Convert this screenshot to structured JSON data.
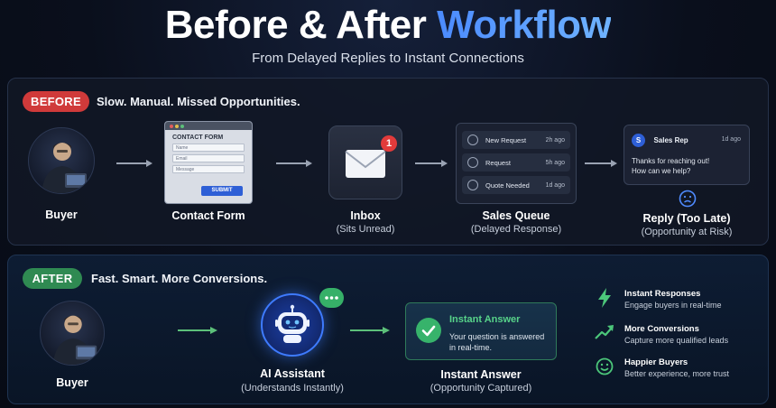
{
  "header": {
    "title_main": "Before & After",
    "title_accent": "Workflow",
    "subtitle": "From Delayed Replies to Instant Connections"
  },
  "before": {
    "pill": "BEFORE",
    "tagline": "Slow. Manual. Missed Opportunities.",
    "buyer_label": "Buyer",
    "form": {
      "title": "CONTACT FORM",
      "fields": [
        "Name",
        "Email",
        "Message"
      ],
      "submit": "SUBMIT",
      "label": "Contact Form"
    },
    "inbox": {
      "badge": "1",
      "label": "Inbox",
      "sublabel": "(Sits Unread)"
    },
    "queue": {
      "items": [
        {
          "name": "New Request",
          "time": "2h ago"
        },
        {
          "name": "Request",
          "time": "5h ago"
        },
        {
          "name": "Quote Needed",
          "time": "1d ago"
        }
      ],
      "label": "Sales Queue",
      "sublabel": "(Delayed Response)"
    },
    "reply": {
      "avatar": "S",
      "name": "Sales Rep",
      "time": "1d ago",
      "message_line1": "Thanks for reaching out!",
      "message_line2": "How can we help?",
      "label": "Reply (Too Late)",
      "sublabel": "(Opportunity at Risk)"
    }
  },
  "after": {
    "pill": "AFTER",
    "tagline": "Fast. Smart. More Conversions.",
    "buyer_label": "Buyer",
    "assistant": {
      "label": "AI Assistant",
      "sublabel": "(Understands Instantly)"
    },
    "answer": {
      "title": "Instant Answer",
      "text_line1": "Your question is answered",
      "text_line2": "in real-time.",
      "label": "Instant Answer",
      "sublabel": "(Opportunity Captured)"
    },
    "benefits": [
      {
        "icon": "lightning-icon",
        "title": "Instant Responses",
        "sub": "Engage buyers in real-time"
      },
      {
        "icon": "trend-up-icon",
        "title": "More Conversions",
        "sub": "Capture more qualified leads"
      },
      {
        "icon": "smile-icon",
        "title": "Happier Buyers",
        "sub": "Better experience, more trust"
      }
    ]
  },
  "colors": {
    "before_red": "#d03a3a",
    "after_green": "#2f8a52",
    "accent_blue": "#4b8bff",
    "success_green": "#37b36b"
  }
}
